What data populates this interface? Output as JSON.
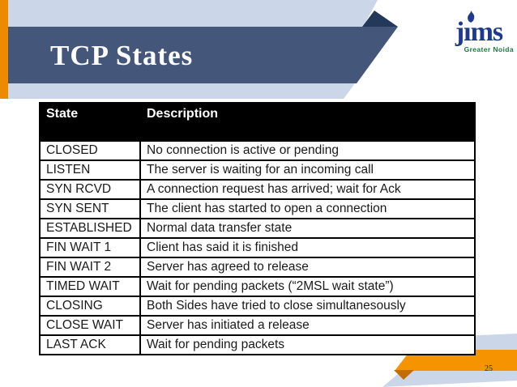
{
  "slide": {
    "title": "TCP States",
    "page_number": "25"
  },
  "logo": {
    "text": "jıms",
    "subtext": "Greater Noida"
  },
  "table": {
    "headers": [
      "State",
      "Description"
    ],
    "rows": [
      {
        "state": "CLOSED",
        "description": "No connection is active or pending"
      },
      {
        "state": "LISTEN",
        "description": "The server is waiting for an incoming call"
      },
      {
        "state": "SYN RCVD",
        "description": "A connection request has arrived; wait for Ack"
      },
      {
        "state": "SYN SENT",
        "description": "The client has started to open a connection"
      },
      {
        "state": "ESTABLISHED",
        "description": "Normal data transfer state"
      },
      {
        "state": "FIN WAIT 1",
        "description": "Client has said it is finished"
      },
      {
        "state": "FIN WAIT 2",
        "description": "Server has agreed to release"
      },
      {
        "state": "TIMED WAIT",
        "description": "Wait for pending packets (“2MSL wait state”)"
      },
      {
        "state": "CLOSING",
        "description": "Both Sides have tried to close simultanesously"
      },
      {
        "state": "CLOSE WAIT",
        "description": "Server has initiated a release"
      },
      {
        "state": "LAST ACK",
        "description": "Wait for pending packets"
      }
    ]
  },
  "colors": {
    "navy": "#44567a",
    "navy-dark": "#24385a",
    "light-blue": "#cbd6e8",
    "orange": "#ee8a00",
    "orange-bright": "#f59300",
    "orange-dark": "#c26d00",
    "logo-blue": "#1d3a8f",
    "logo-green": "#177a3d",
    "header-bg": "#000000",
    "header-text": "#ffffff",
    "cell-text": "#1a1a1a",
    "page-num": "#1c2b4a"
  }
}
